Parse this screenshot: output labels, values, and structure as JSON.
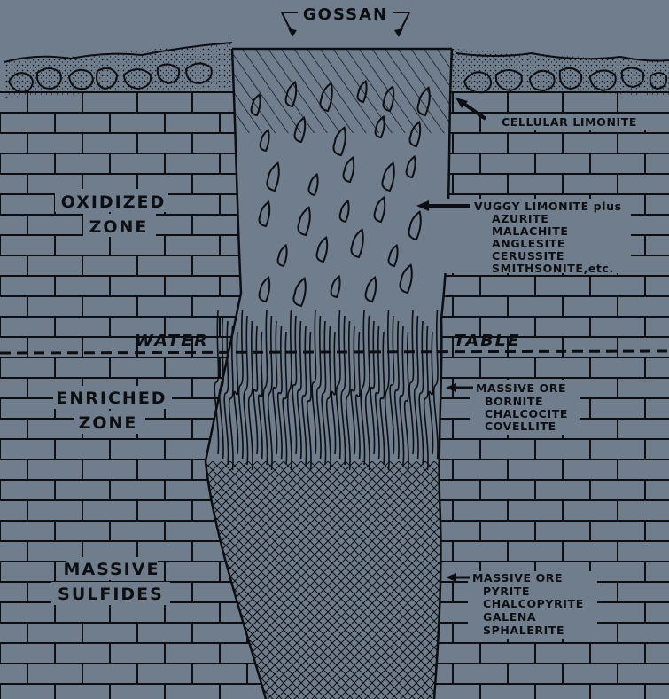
{
  "diagram": {
    "title": "GOSSAN",
    "water_table": {
      "left": "WATER",
      "right": "TABLE"
    },
    "zones": {
      "oxidized": [
        "OXIDIZED",
        "ZONE"
      ],
      "enriched": [
        "ENRICHED",
        "ZONE"
      ],
      "massive": [
        "MASSIVE",
        "SULFIDES"
      ]
    },
    "annotations": {
      "cellular": "CELLULAR LIMONITE",
      "vuggy": [
        "VUGGY LIMONITE plus",
        "AZURITE",
        "MALACHITE",
        "ANGLESITE",
        "CERUSSITE",
        "SMITHSONITE,etc."
      ],
      "enriched_ore": [
        "MASSIVE ORE",
        "BORNITE",
        "CHALCOCITE",
        "COVELLITE"
      ],
      "primary_ore": [
        "MASSIVE ORE",
        "PYRITE",
        "CHALCOPYRITE",
        "GALENA",
        "SPHALERITE"
      ]
    },
    "colors": {
      "background": "#6f7d8c",
      "ink": "#0c0e12"
    }
  }
}
